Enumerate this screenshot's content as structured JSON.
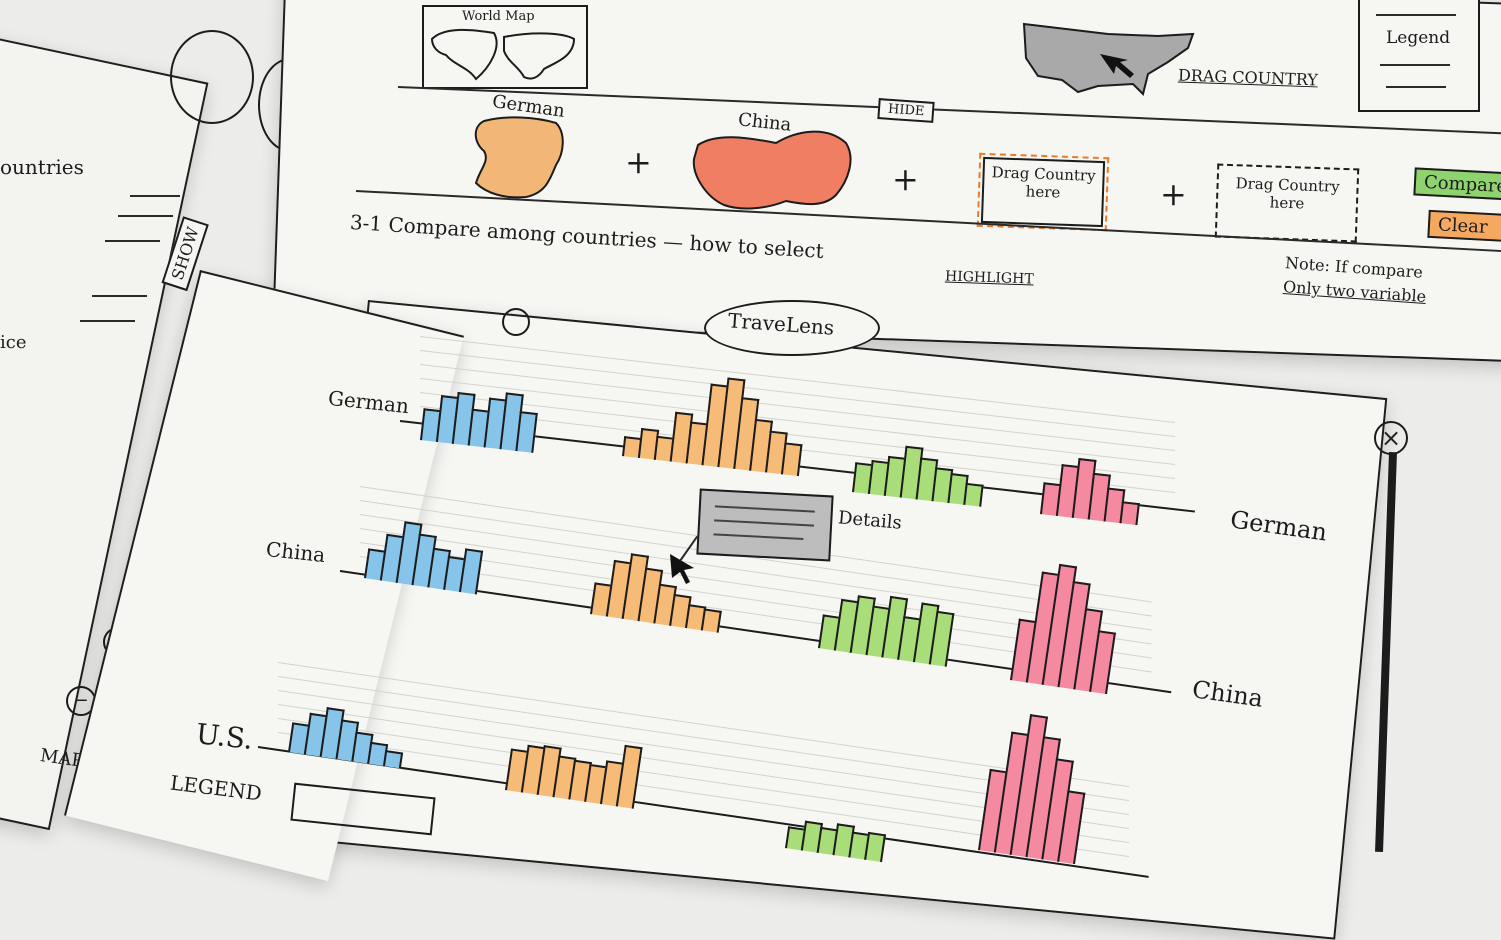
{
  "top_sheet": {
    "world_map_label": "World Map",
    "drag_country_label": "DRAG COUNTRY",
    "legend_label": "Legend",
    "hide_tab": "HIDE",
    "selection": {
      "country1": "German",
      "country2": "China",
      "drop1": "Drag Country here",
      "drop2": "Drag Country here",
      "plus": "+",
      "compare_button": "Compare",
      "clear_button": "Clear"
    },
    "caption": "3-1 Compare among countries — how to select",
    "highlight_label": "HIGHLIGHT",
    "note": "Note: If compare",
    "note2": "Only two variable",
    "colors": {
      "german": "#f2b777",
      "china": "#f07e62",
      "compare": "#8ed36d",
      "clear": "#f5a860"
    }
  },
  "left_sheet": {
    "countries_label": "ountries",
    "show_tab": "SHOW",
    "partial_label": "ice",
    "zoom_in": "+",
    "zoom_out": "−",
    "map_label": "MAP"
  },
  "main_sheet": {
    "title": "TraveLens",
    "tooltip_label": "Details",
    "rows": [
      {
        "label": "German",
        "right_label": "German"
      },
      {
        "label": "China",
        "right_label": "China"
      },
      {
        "label": "U.S.",
        "right_label": ""
      }
    ],
    "legend_label": "LEGEND",
    "close_icon": "×",
    "colors": {
      "blue": "#86c4ea",
      "orange": "#f7bb78",
      "green": "#a9dd7a",
      "pink": "#f4899f"
    }
  }
}
